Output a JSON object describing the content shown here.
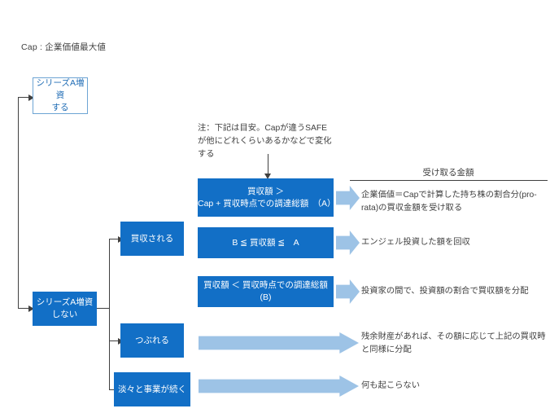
{
  "diagram": {
    "title": "Cap : 企業価値最大値",
    "note": "注：下記は目安。Capが違うSAFEが他にどれくらいあるかなどで変化する",
    "column_header": "受け取る金額",
    "nodes": {
      "raise_yes": "シリーズA増資\nする",
      "raise_no": "シリーズA増資\nしない",
      "acquired": "買収される",
      "bankrupt": "つぶれる",
      "continue": "淡々と事業が続く"
    },
    "conditions": [
      {
        "id": "cond-a",
        "line1": "買収額 ＞",
        "line2": "Cap + 買収時点での調達総額　（A）"
      },
      {
        "id": "cond-b",
        "line1": "B ≦ 買収額 ≦　A",
        "line2": ""
      },
      {
        "id": "cond-c",
        "line1": "買収額 ＜ 買収時点での調達総額 (B)",
        "line2": ""
      }
    ],
    "outcomes": [
      {
        "id": "outcome-a",
        "text": "企業価値＝Capで計算した持ち株の割合分(pro-rata)の買収金額を受け取る"
      },
      {
        "id": "outcome-b",
        "text": "エンジェル投資した額を回収"
      },
      {
        "id": "outcome-c",
        "text": "投資家の間で、投資額の割合で買収額を分配"
      },
      {
        "id": "outcome-d",
        "text": "残余財産があれば、その額に応じて上記の買収時と同様に分配"
      },
      {
        "id": "outcome-e",
        "text": "何も起こらない"
      }
    ],
    "colors": {
      "box_fill": "#126fc6",
      "box_outline_border": "#6da4d4",
      "box_outline_text": "#1f6cb5",
      "chevron": "#9dc3e6",
      "connector": "#404040",
      "text": "#3f3f3f"
    }
  }
}
